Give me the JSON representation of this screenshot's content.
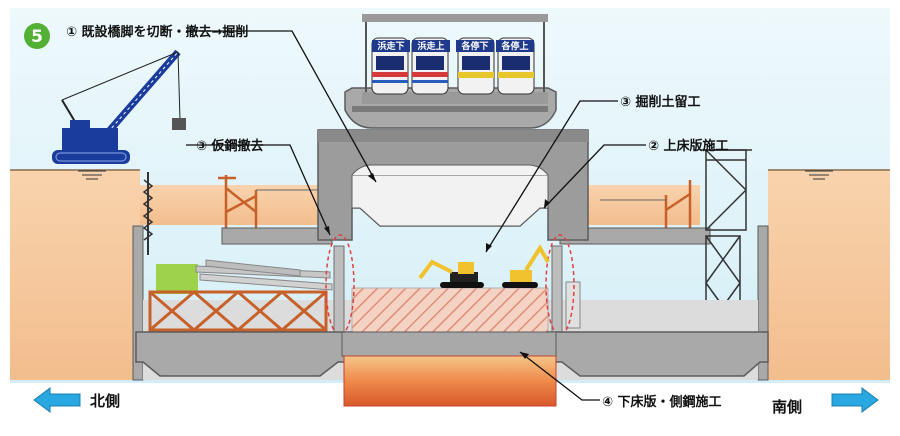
{
  "step_number": "5",
  "labels": {
    "step1": "① 既設橋脚を切断・撤去→掘削",
    "step3a": "③ 仮鋼撤去",
    "step3b": "③ 掘削土留工",
    "step2": "② 上床版施工",
    "step4": "④ 下床版・側鋼施工"
  },
  "directions": {
    "north": "北側",
    "south": "南側"
  },
  "train_signs": [
    "浜走下",
    "浜走上",
    "各停下",
    "各停上"
  ],
  "colors": {
    "sky": "#dcf2f8",
    "soil": "#f7cba0",
    "concrete": "#a9a9a9",
    "concrete_dark": "#6e6e6e",
    "step_badge": "#52b035",
    "arrow": "#29a7e0",
    "scaffold": "#c8602a",
    "fill": "#e3503a"
  }
}
